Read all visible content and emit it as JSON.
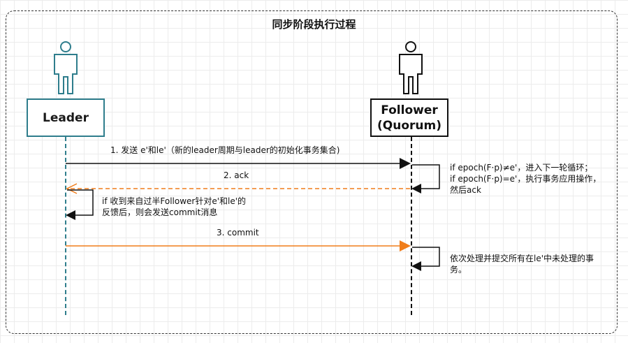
{
  "diagram": {
    "title": "同步阶段执行过程",
    "actors": {
      "leader": {
        "label": "Leader",
        "color": "#2e7d8c"
      },
      "follower": {
        "label_line1": "Follower",
        "label_line2": "(Quorum)",
        "color": "#111111"
      }
    },
    "messages": [
      {
        "label": "1. 发送 e'和le'（新的leader周期与leader的初始化事务集合)",
        "from": "leader",
        "to": "follower",
        "style": "solid",
        "color": "#111111"
      },
      {
        "label": "2. ack",
        "from": "follower",
        "to": "leader",
        "style": "dashed",
        "color": "#f07d1a"
      },
      {
        "label": "3. commit",
        "from": "leader",
        "to": "follower",
        "style": "solid",
        "color": "#f07d1a"
      }
    ],
    "notes": {
      "follower_check": [
        "if epoch(F·p)≠e'，进入下一轮循环；",
        "if epoch(F·p)=e'，执行事务应用操作，",
        "然后ack"
      ],
      "leader_commit": [
        "if 收到来自过半Follower针对e'和le'的",
        "反馈后，则会发送commit消息"
      ],
      "follower_process": [
        "依次处理并提交所有在le'中未处理的事",
        "务。"
      ]
    }
  }
}
